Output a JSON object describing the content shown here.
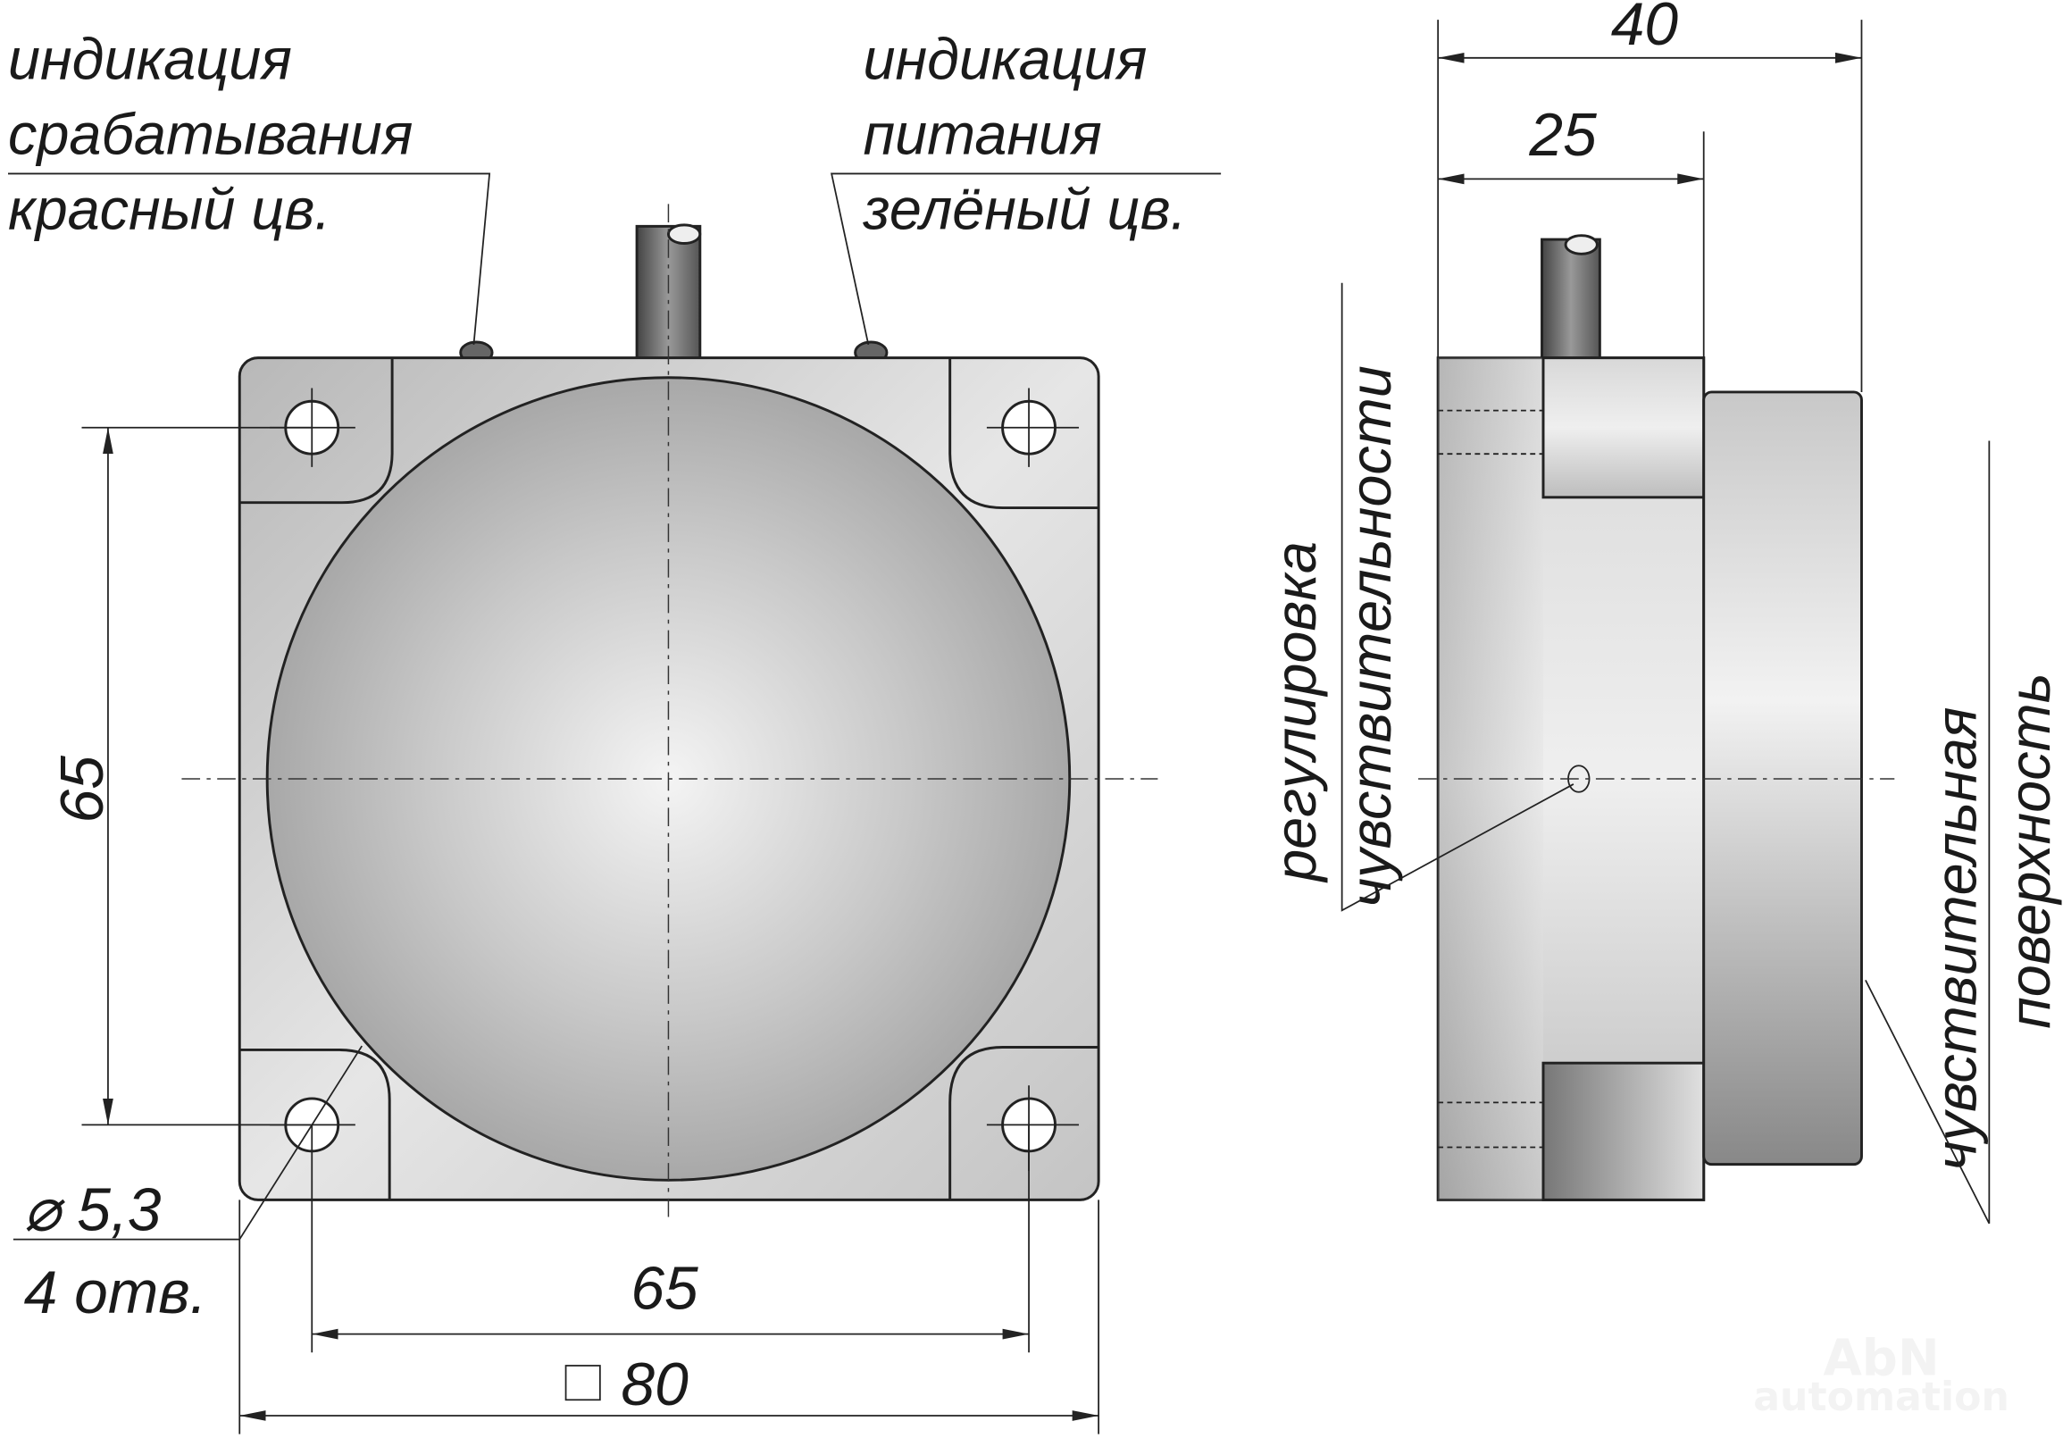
{
  "labels": {
    "trigger_indication": [
      "индикация",
      "срабатывания",
      "красный цв."
    ],
    "power_indication": [
      "индикация",
      "питания",
      "зелёный цв."
    ],
    "sensitivity_adjust": [
      "регулировка",
      "чувствительности"
    ],
    "sensing_surface": [
      "чувствительная",
      "поверхность"
    ],
    "holes": [
      "⌀ 5,3",
      "4 отв."
    ]
  },
  "dimensions": {
    "hole_spacing_vertical": "65",
    "hole_spacing_horizontal": "65",
    "body_square": "80",
    "depth_total": "40",
    "depth_body": "25"
  },
  "watermark": [
    "AbN",
    "automation"
  ]
}
